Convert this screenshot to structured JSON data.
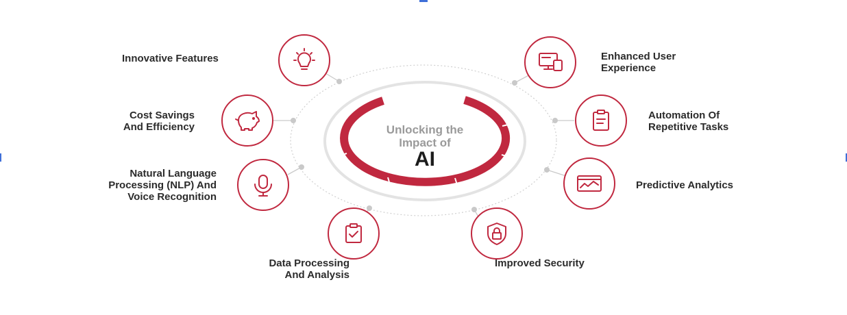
{
  "center": {
    "line1": "Unlocking the",
    "line2": "Impact of",
    "line3": "AI"
  },
  "colors": {
    "accent": "#c0283f",
    "ring_light": "#e3e3e3",
    "dotted_ring": "#cfcfcf",
    "connector": "#c9c9c9",
    "text": "#2b2b2b",
    "center_subtitle": "#9a9a9a"
  },
  "nodes": [
    {
      "id": "innovative-features",
      "icon": "lightbulb-icon",
      "lines": [
        "Innovative Features"
      ]
    },
    {
      "id": "enhanced-user-experience",
      "icon": "devices-icon",
      "lines": [
        "Enhanced User",
        "Experience"
      ]
    },
    {
      "id": "cost-savings",
      "icon": "piggy-bank-icon",
      "lines": [
        "Cost Savings",
        "And Efficiency"
      ]
    },
    {
      "id": "automation",
      "icon": "clipboard-icon",
      "lines": [
        "Automation Of",
        "Repetitive Tasks"
      ]
    },
    {
      "id": "nlp",
      "icon": "microphone-icon",
      "lines": [
        "Natural Language",
        "Processing (NLP) And",
        "Voice Recognition"
      ]
    },
    {
      "id": "predictive-analytics",
      "icon": "analytics-screen-icon",
      "lines": [
        "Predictive Analytics"
      ]
    },
    {
      "id": "data-processing",
      "icon": "clipboard-check-icon",
      "lines": [
        "Data Processing",
        "And Analysis"
      ]
    },
    {
      "id": "improved-security",
      "icon": "shield-lock-icon",
      "lines": [
        "Improved Security"
      ]
    }
  ]
}
